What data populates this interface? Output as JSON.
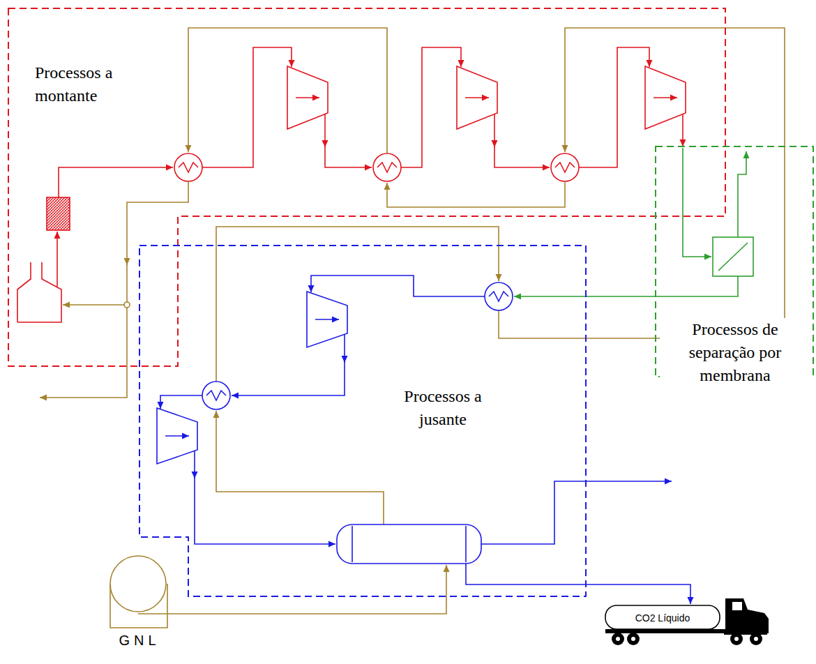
{
  "diagram": {
    "nodes": [
      {
        "text": [
          "Processos a montante"
        ]
      },
      {
        "text": [
          "Processos de separação por membrana"
        ]
      },
      {
        "text": [
          "Processos a jusante"
        ]
      },
      {
        "text": [
          "GNL"
        ]
      },
      {
        "text": [
          "CO2 Líquido"
        ]
      }
    ],
    "edges": [
      {
        "from": 0,
        "to": 1,
        "arrow": "to"
      },
      {
        "from": 1,
        "to": 2,
        "arrow": "to"
      },
      {
        "from": 2,
        "to": 0,
        "arrow": "to"
      },
      {
        "from": 3,
        "to": 2,
        "arrow": "to"
      },
      {
        "from": 2,
        "to": 4,
        "arrow": "to"
      }
    ]
  }
}
